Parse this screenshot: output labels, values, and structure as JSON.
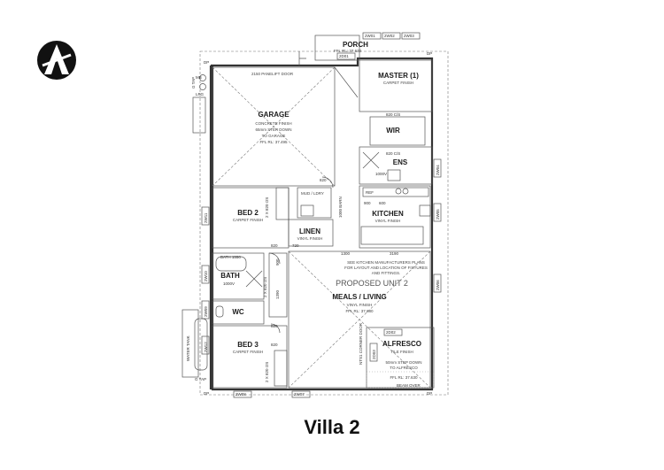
{
  "title": "Villa 2",
  "unit_label": "PROPOSED UNIT 2",
  "rooms": {
    "porch": {
      "name": "PORCH",
      "ffl": "FFL RL: 37.630"
    },
    "master": {
      "name": "MASTER (1)",
      "finish": "CARPET FINISH"
    },
    "garage": {
      "name": "GARAGE",
      "line1": "CONCRETE FINISH",
      "line2": "65mm STEP DOWN",
      "line3": "TO GARAGE",
      "ffl": "FFL RL: 37.495"
    },
    "wir": {
      "name": "WIR"
    },
    "ens": {
      "name": "ENS"
    },
    "bed2": {
      "name": "BED 2",
      "finish": "CARPET FINISH"
    },
    "kitchen": {
      "name": "KITCHEN",
      "finish": "VINYL FINISH"
    },
    "linen": {
      "name": "LINEN",
      "finish": "VINYL FINISH"
    },
    "mud": {
      "name": "MUD / LDRY"
    },
    "bath": {
      "name": "BATH"
    },
    "meals": {
      "name": "MEALS / LIVING",
      "finish": "VINYL FINISH",
      "ffl": "FFL RL: 37.680"
    },
    "wc": {
      "name": "WC"
    },
    "bed3": {
      "name": "BED 3",
      "finish": "CARPET FINISH"
    },
    "alfresco": {
      "name": "ALFRESCO",
      "finish": "TILE FINISH",
      "line2": "50mm STEP DOWN",
      "line3": "TO ALFRESCO",
      "ffl": "FFL RL: 37.630"
    }
  },
  "notes": {
    "panelift": "2150 PANELIFT DOOR",
    "kitchen_note1": "SEE KITCHEN MANUFACTURERS PLANS",
    "kitchen_note2": "FOR LAYOUT AND LOCATION OF FIXTURES",
    "kitchen_note3": "AND FITTINGS.",
    "bath_1550": "BATH 1550",
    "water_tank": "WATER TANK",
    "beam_over": "BEAM OVER",
    "stacker": "NTS1 CORNER DOOR",
    "barn": "1000 BARN",
    "ref": "REF",
    "meter": "MB",
    "gas": "G TAP",
    "gtap2": "G TAP",
    "lpg": "LPG"
  },
  "dims": {
    "d820a": "820 C/S",
    "d820b": "820 C/S",
    "d820c": "820",
    "d820d": "820",
    "d820e": "820",
    "d820f": "820",
    "d720": "720",
    "d900": "900",
    "d600": "600",
    "d1300": "1300",
    "d3190": "3190",
    "d1000v": "1000V",
    "d1000v2": "1000V",
    "d2x820a": "2 X 820 OS",
    "d2x820b": "2 X 820 OS",
    "d2x820c": "2 X 820 OS",
    "d1390": "1390",
    "d900v": "900",
    "d1500": "1500",
    "d1200": "1200"
  },
  "windows": {
    "w01": "2W01",
    "w02": "2W02",
    "w03": "2W03",
    "d01": "2D01",
    "w04": "2W04",
    "w05": "2W05",
    "w06": "2W06",
    "w07": "2W07",
    "w08": "2W08",
    "w09": "2W09",
    "w10": "2W10",
    "w11": "2W11",
    "w12": "2W12",
    "d02": "2D02",
    "d03": "2D03",
    "dp": "DP"
  }
}
